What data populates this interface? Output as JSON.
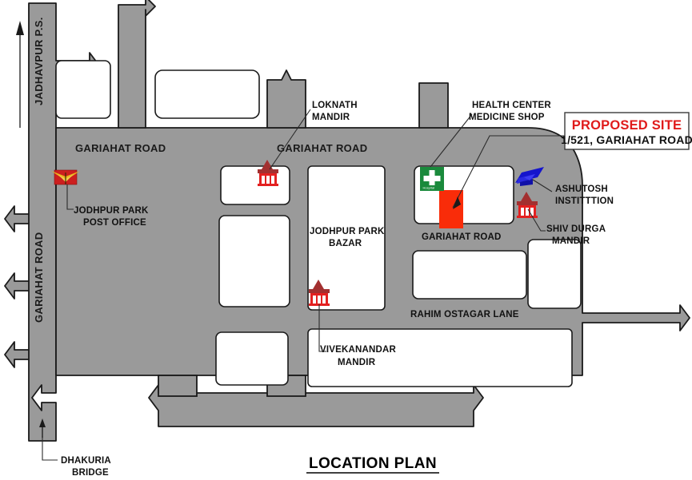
{
  "document": {
    "title": "LOCATION PLAN",
    "type": "location-plan-map"
  },
  "colors": {
    "road_fill": "#9a9a9a",
    "road_stroke": "#1a1a1a",
    "block_fill": "#ffffff",
    "proposed_site_fill": "#f92c09",
    "proposed_site_text": "#e01b1b",
    "post_office_icon": "#cc1f1f",
    "post_office_emblem": "#e8b51d",
    "temple_icon": "#e32020",
    "temple_icon_dark": "#a33030",
    "health_center_icon": "#1a8a3c",
    "graduation_cap_icon": "#1515cc",
    "label_text": "#111111",
    "background": "#ffffff"
  },
  "callout": {
    "title": "PROPOSED SITE",
    "address": "1/521, GARIAHAT ROAD"
  },
  "road_labels": [
    {
      "id": "jadhavpur-ps",
      "text": "JADHAVPUR P.S."
    },
    {
      "id": "gariahat-road-top-left",
      "text": "GARIAHAT ROAD"
    },
    {
      "id": "gariahat-road-top-mid",
      "text": "GARIAHAT ROAD"
    },
    {
      "id": "gariahat-road-left",
      "text": "GARIAHAT ROAD"
    },
    {
      "id": "gariahat-road-right",
      "text": "GARIAHAT ROAD"
    },
    {
      "id": "rahim-ostagar-lane",
      "text": "RAHIM OSTAGAR LANE"
    },
    {
      "id": "dhakuria-bridge",
      "text": "DHAKURIA BRIDGE",
      "line1": "DHAKURIA",
      "line2": "BRIDGE"
    }
  ],
  "landmarks": [
    {
      "id": "jodhpur-park-post-office",
      "icon": "post-office-icon",
      "line1": "JODHPUR PARK",
      "line2": "POST OFFICE"
    },
    {
      "id": "loknath-mandir",
      "icon": "temple-icon",
      "line1": "LOKNATH",
      "line2": "MANDIR"
    },
    {
      "id": "jodhpur-park-bazar",
      "icon": "none",
      "line1": "JODHPUR PARK",
      "line2": "BAZAR"
    },
    {
      "id": "vivekanandar-mandir",
      "icon": "temple-icon",
      "line1": "VIVEKANANDAR",
      "line2": "MANDIR"
    },
    {
      "id": "health-center-medicine-shop",
      "icon": "health-center-icon",
      "line1": "HEALTH CENTER",
      "line2": "MEDICINE SHOP"
    },
    {
      "id": "ashutosh-instittion",
      "icon": "graduation-cap-icon",
      "line1": "ASHUTOSH",
      "line2": "INSTITTTION"
    },
    {
      "id": "shiv-durga-mandir",
      "icon": "temple-icon",
      "line1": "SHIV DURGA",
      "line2": "MANDIR"
    }
  ],
  "direction_markers": [
    {
      "id": "north-arrow-jadhavpur",
      "label": "JADHAVPUR P.S.",
      "direction": "up"
    },
    {
      "id": "arrow-dhakuria-bridge",
      "label": "DHAKURIA BRIDGE",
      "direction": "up"
    }
  ]
}
